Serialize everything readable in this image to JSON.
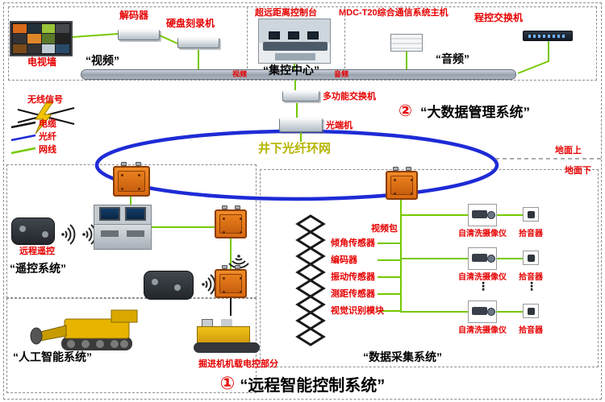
{
  "colors": {
    "red": "#e60000",
    "green": "#76c800",
    "blue": "#1e2bd6",
    "orange": "#e67d1e",
    "olive": "#b5b400"
  },
  "top": {
    "tv_wall": "电视墙",
    "decoder": "解码器",
    "recorder": "硬盘刻录机",
    "video_quote": "“视频”",
    "console": "超远距离控制台",
    "control_center": "“集控中心”",
    "mdc_host": "MDC-T20综合通信系统主机",
    "pbx": "程控交换机",
    "audio_quote": "“音频”",
    "bus_tag_video": "视频",
    "bus_tag_audio": "音频"
  },
  "legend": {
    "wireless": "无线信号",
    "cable": "电缆",
    "fiber": "光纤",
    "network": "网线"
  },
  "middle": {
    "multi_switch": "多功能交换机",
    "optical_terminal": "光端机",
    "big_data_num": "②",
    "big_data": "“大数据管理系统”",
    "ring": "井下光纤环网",
    "ground_above": "地面上",
    "ground_below": "地面下"
  },
  "left": {
    "remote": "远程遥控",
    "remote_system": "“遥控系统”",
    "ai_system": "“人工智能系统”",
    "machine_part": "掘进机机载电控部分"
  },
  "right": {
    "video_pack": "视频包",
    "sensors": [
      "倾角传感器",
      "编码器",
      "振动传感器",
      "测距传感器",
      "视觉识别模块"
    ],
    "camera_label": "自清洗摄像仪",
    "pickup_label": "拾音器",
    "daq_system": "“数据采集系统”",
    "dots": "⋮"
  },
  "footer": {
    "num": "①",
    "title": "“远程智能控制系统”"
  }
}
